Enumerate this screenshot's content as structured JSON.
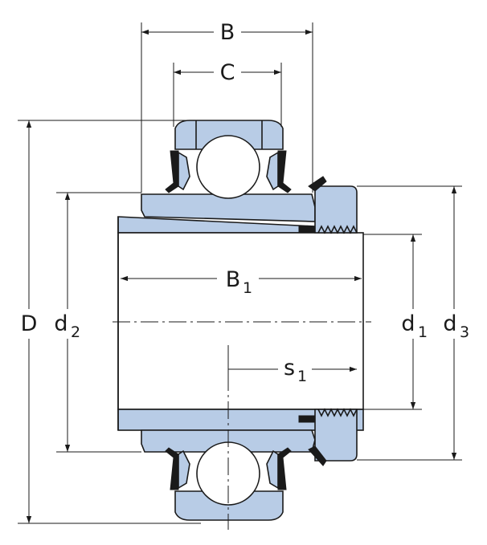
{
  "labels": {
    "B": "B",
    "C": "C",
    "D": "D",
    "d2_main": "d",
    "d2_sub": "2",
    "B1_main": "B",
    "B1_sub": "1",
    "d1_main": "d",
    "d1_sub": "1",
    "d3_main": "d",
    "d3_sub": "3",
    "s1_main": "s",
    "s1_sub": "1"
  },
  "colors": {
    "steel": "#b8cce6",
    "line": "#1a1a1a",
    "background": "#ffffff"
  }
}
